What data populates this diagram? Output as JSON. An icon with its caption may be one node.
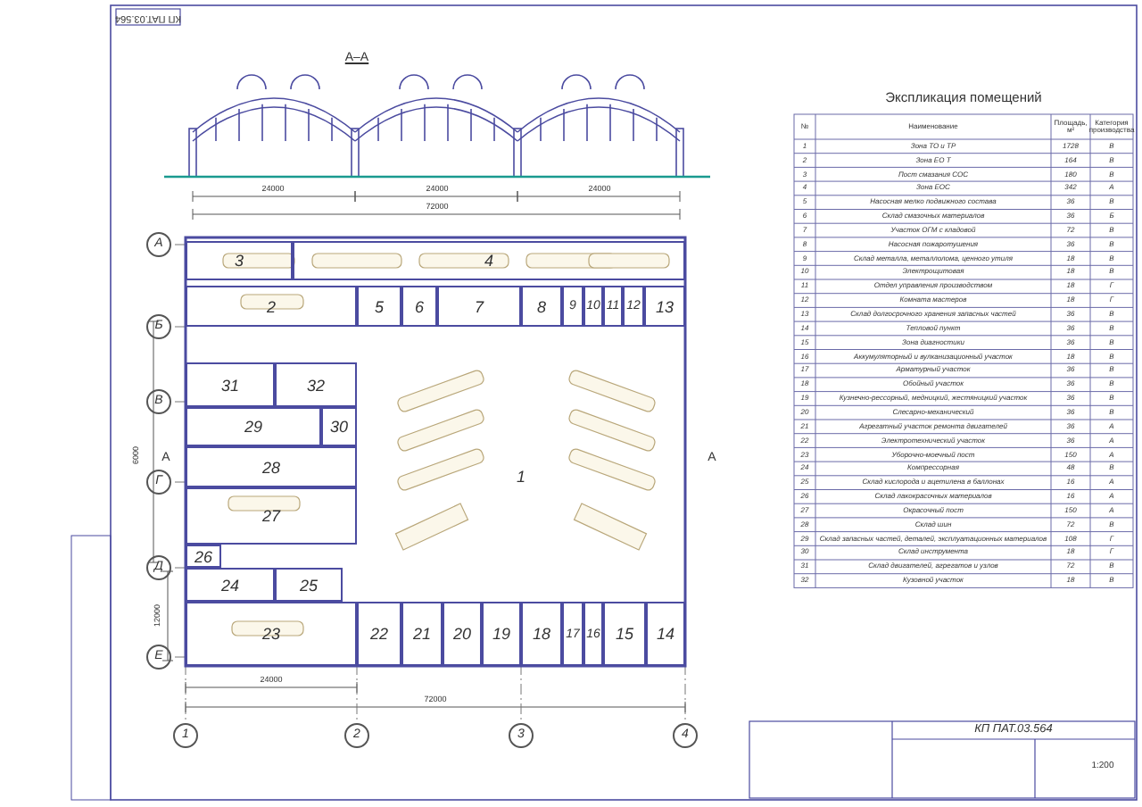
{
  "diagram": {
    "nodes": [
      {
        "text": [
          "1"
        ]
      },
      {
        "text": [
          "2"
        ]
      },
      {
        "text": [
          "3"
        ]
      },
      {
        "text": [
          "4"
        ]
      },
      {
        "text": [
          "5"
        ]
      },
      {
        "text": [
          "6"
        ]
      },
      {
        "text": [
          "7"
        ]
      },
      {
        "text": [
          "8"
        ]
      },
      {
        "text": [
          "9"
        ]
      },
      {
        "text": [
          "10"
        ]
      },
      {
        "text": [
          "11"
        ]
      },
      {
        "text": [
          "12"
        ]
      },
      {
        "text": [
          "13"
        ]
      },
      {
        "text": [
          "14"
        ]
      },
      {
        "text": [
          "15"
        ]
      },
      {
        "text": [
          "16"
        ]
      },
      {
        "text": [
          "17"
        ]
      },
      {
        "text": [
          "18"
        ]
      },
      {
        "text": [
          "19"
        ]
      },
      {
        "text": [
          "20"
        ]
      },
      {
        "text": [
          "21"
        ]
      },
      {
        "text": [
          "22"
        ]
      },
      {
        "text": [
          "23"
        ]
      },
      {
        "text": [
          "24"
        ]
      },
      {
        "text": [
          "25"
        ]
      },
      {
        "text": [
          "26"
        ]
      },
      {
        "text": [
          "27"
        ]
      },
      {
        "text": [
          "28"
        ]
      },
      {
        "text": [
          "29"
        ]
      },
      {
        "text": [
          "30"
        ]
      },
      {
        "text": [
          "31"
        ]
      },
      {
        "text": [
          "32"
        ]
      }
    ],
    "edges": [],
    "labels": [
      "А–А",
      "24000",
      "24000",
      "24000",
      "72000",
      "Экспликация помещений",
      "№",
      "Наименование",
      "Площадь, м²",
      "Категория производства",
      "1",
      "Зона ТО и ТР",
      "1728",
      "В",
      "2",
      "Зона ЕО Т",
      "164",
      "В",
      "3",
      "Пост смазания СОС",
      "180",
      "В",
      "4",
      "Зона ЕОС",
      "342",
      "А",
      "5",
      "Насосная мелко подвижного состава",
      "36",
      "В",
      "6",
      "Склад смазочных материалов",
      "36",
      "Б",
      "7",
      "Участок ОГМ с кладовой",
      "72",
      "В",
      "8",
      "Насосная пожаротушения",
      "36",
      "В",
      "9",
      "Склад металла, металлолома, ценного утиля",
      "18",
      "В",
      "10",
      "Электрощитовая",
      "18",
      "В",
      "11",
      "Отдел управления производством",
      "18",
      "Г",
      "12",
      "Комната мастеров",
      "18",
      "Г",
      "13",
      "Склад долгосрочного хранения запасных частей",
      "36",
      "В",
      "14",
      "Тепловой пункт",
      "36",
      "В",
      "15",
      "Зона диагностики",
      "36",
      "В",
      "16",
      "Аккумуляторный и вулканизационный участок",
      "18",
      "В",
      "17",
      "Арматурный участок",
      "36",
      "В",
      "18",
      "Обойный участок",
      "36",
      "В",
      "19",
      "Кузнечно-рессорный, медницкий, жестяницкий участок",
      "36",
      "В",
      "20",
      "Слесарно-механический",
      "36",
      "В",
      "21",
      "Агрегатный участок ремонта двигателей",
      "36",
      "А",
      "22",
      "Электротехнический участок",
      "36",
      "А",
      "23",
      "Уборочно-моечный пост",
      "150",
      "А",
      "24",
      "Компрессорная",
      "48",
      "В",
      "25",
      "Склад кислорода и ацетилена в баллонах",
      "16",
      "А",
      "26",
      "Склад лакокрасочных материалов",
      "16",
      "А",
      "27",
      "Окрасочный пост",
      "150",
      "А",
      "28",
      "Склад шин",
      "72",
      "В",
      "29",
      "Склад запасных частей, деталей, эксплуатационных материалов",
      "108",
      "Г",
      "30",
      "Склад инструмента",
      "18",
      "Г",
      "31",
      "Склад двигателей, агрегатов и узлов",
      "72",
      "В",
      "32",
      "Кузовной участок",
      "18",
      "В",
      "А",
      "Б",
      "В",
      "Г",
      "Д",
      "Е",
      "А",
      "А",
      "6000",
      "12000",
      "24000",
      "72000",
      "1",
      "2",
      "3",
      "4",
      "КП ПАТ.03.564",
      "КП ПАТ.03.564",
      "1:200"
    ]
  }
}
